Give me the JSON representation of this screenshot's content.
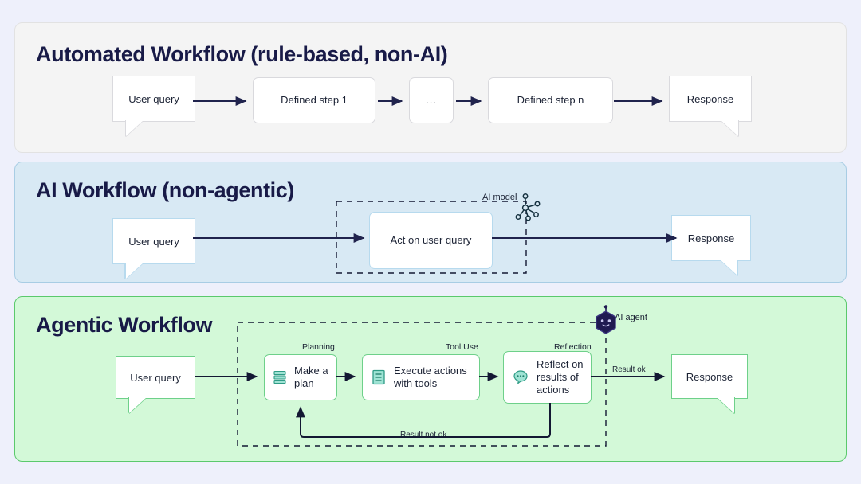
{
  "page": {
    "background": "#eef0fb"
  },
  "panels": [
    {
      "id": "automated",
      "title": "Automated Workflow (rule-based, non-AI)",
      "background": "#f4f4f4",
      "border": "#e2e2e2",
      "nodes": [
        {
          "name": "user-query",
          "label": "User query"
        },
        {
          "name": "defined-step-1",
          "label": "Defined step 1"
        },
        {
          "name": "ellipsis",
          "label": "..."
        },
        {
          "name": "defined-step-n",
          "label": "Defined step n"
        },
        {
          "name": "response",
          "label": "Response"
        }
      ]
    },
    {
      "id": "ai",
      "title": "AI Workflow (non-agentic)",
      "background": "#d8e9f4",
      "border": "#a8cde4",
      "boundary_label": "AI model",
      "boundary_icon": "ai-model-network-icon",
      "nodes": [
        {
          "name": "user-query",
          "label": "User query"
        },
        {
          "name": "act-on-user-query",
          "label": "Act on user query"
        },
        {
          "name": "response",
          "label": "Response"
        }
      ]
    },
    {
      "id": "agentic",
      "title": "Agentic Workflow",
      "background": "#d3f9d8",
      "border": "#5bc96c",
      "boundary_label": "AI agent",
      "boundary_icon": "ai-agent-hexagon-icon",
      "stage_labels": [
        "Planning",
        "Tool Use",
        "Reflection"
      ],
      "nodes": [
        {
          "name": "user-query",
          "label": "User query"
        },
        {
          "name": "make-a-plan",
          "label": "Make a plan",
          "icon": "layers-icon"
        },
        {
          "name": "execute-actions-with-tools",
          "label": "Execute actions with tools",
          "icon": "document-list-icon"
        },
        {
          "name": "reflect-on-results",
          "label": "Reflect on results of actions",
          "icon": "speech-bubble-dots-icon"
        },
        {
          "name": "response",
          "label": "Response"
        }
      ],
      "edge_labels": {
        "result_ok": "Result ok",
        "result_not_ok": "Result not ok"
      }
    }
  ],
  "colors": {
    "arrow": "#20234d",
    "arrow_dark": "#131833",
    "title": "#181a47",
    "icon_teal": "#3fb99b",
    "icon_teal_fill": "#9fe3d4",
    "agent_navy": "#201a52",
    "ai_model_stroke": "#15313f"
  }
}
